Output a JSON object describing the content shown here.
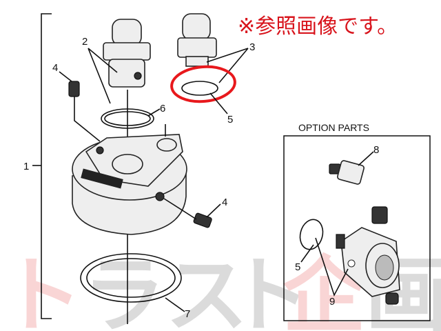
{
  "notice": "※参照画像です。",
  "option_parts_title": "OPTION PARTS",
  "watermark": "トラスト企画",
  "labels": {
    "p1": "1",
    "p2": "2",
    "p3": "3",
    "p4a": "4",
    "p4b": "4",
    "p5a": "5",
    "p5b": "5",
    "p6": "6",
    "p7": "7",
    "p8": "8",
    "p9": "9"
  },
  "colors": {
    "notice": "#d8141c",
    "highlight": "#e8181c"
  }
}
